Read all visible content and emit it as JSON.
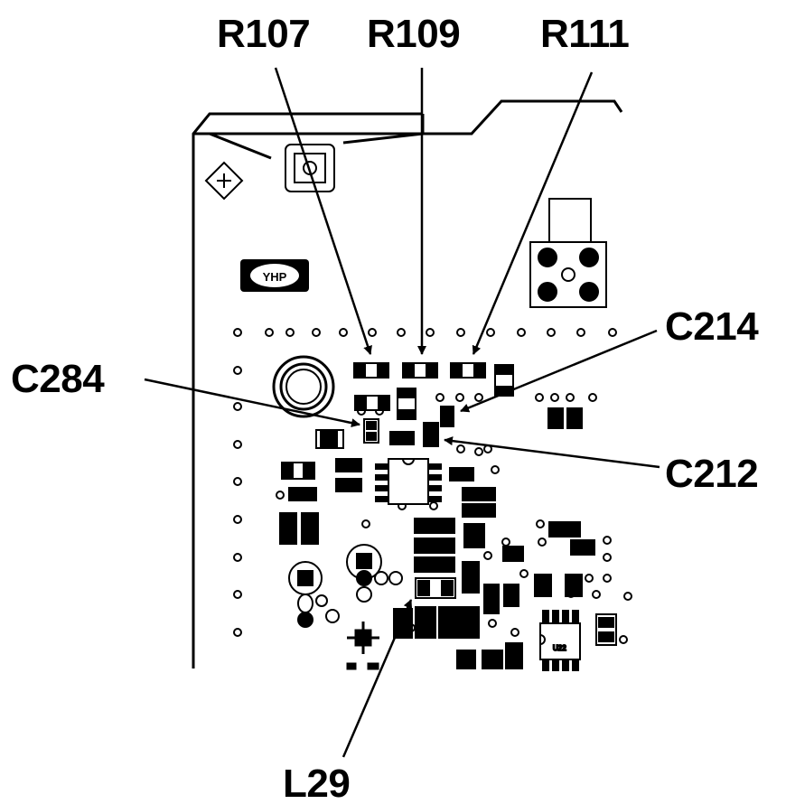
{
  "callouts": {
    "r107": "R107",
    "r109": "R109",
    "r111": "R111",
    "c214": "C214",
    "c284": "C284",
    "c212": "C212",
    "l29": "L29"
  },
  "board": {
    "logo_text": "YHP",
    "ic_label": "U22"
  },
  "colors": {
    "ink": "#000000",
    "paper": "#ffffff"
  }
}
